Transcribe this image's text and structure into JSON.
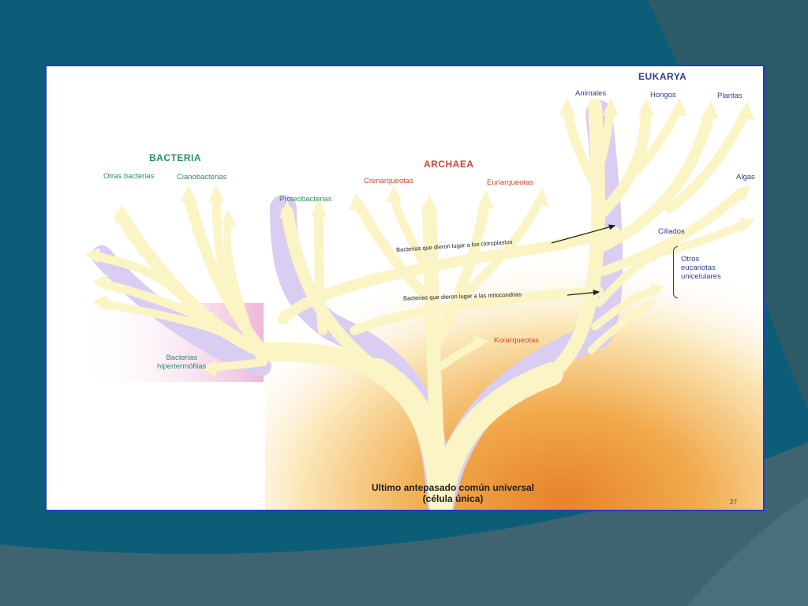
{
  "slide": {
    "colors": {
      "background": "#0c5e78",
      "frame_border": "#1a3fcf",
      "branch": "#fbf4c4",
      "branch_shadow": "#d9c9f3"
    }
  },
  "diagram": {
    "domains": {
      "bacteria": "BACTERIA",
      "archaea": "ARCHAEA",
      "eukarya": "EUKARYA"
    },
    "bacteria_groups": {
      "otras": "Otras bacterias",
      "ciano": "Cianobacterias",
      "proteo": "Proteobacterias",
      "hiper_line1": "Bacterias",
      "hiper_line2": "hipertermófilas"
    },
    "archaea_groups": {
      "crenar": "Crenarqueotas",
      "euriar": "Euriarqueotas",
      "korar": "Korarqueotas"
    },
    "eukarya_groups": {
      "animales": "Animales",
      "hongos": "Hongos",
      "plantas": "Plantas",
      "algas": "Algas",
      "ciliados": "Ciliados",
      "otros_line1": "Otros",
      "otros_line2": "eucariotas",
      "otros_line3": "unicelulares"
    },
    "transfers": {
      "cloroplastos": "Bacterias que dieron lugar a los cloroplastos",
      "mitocondrias": "Bacterias que dieron lugar a las mitocondrias"
    },
    "root": {
      "line1": "Ultimo antepasado común universal",
      "line2": "(célula única)"
    },
    "page_number": "27"
  }
}
